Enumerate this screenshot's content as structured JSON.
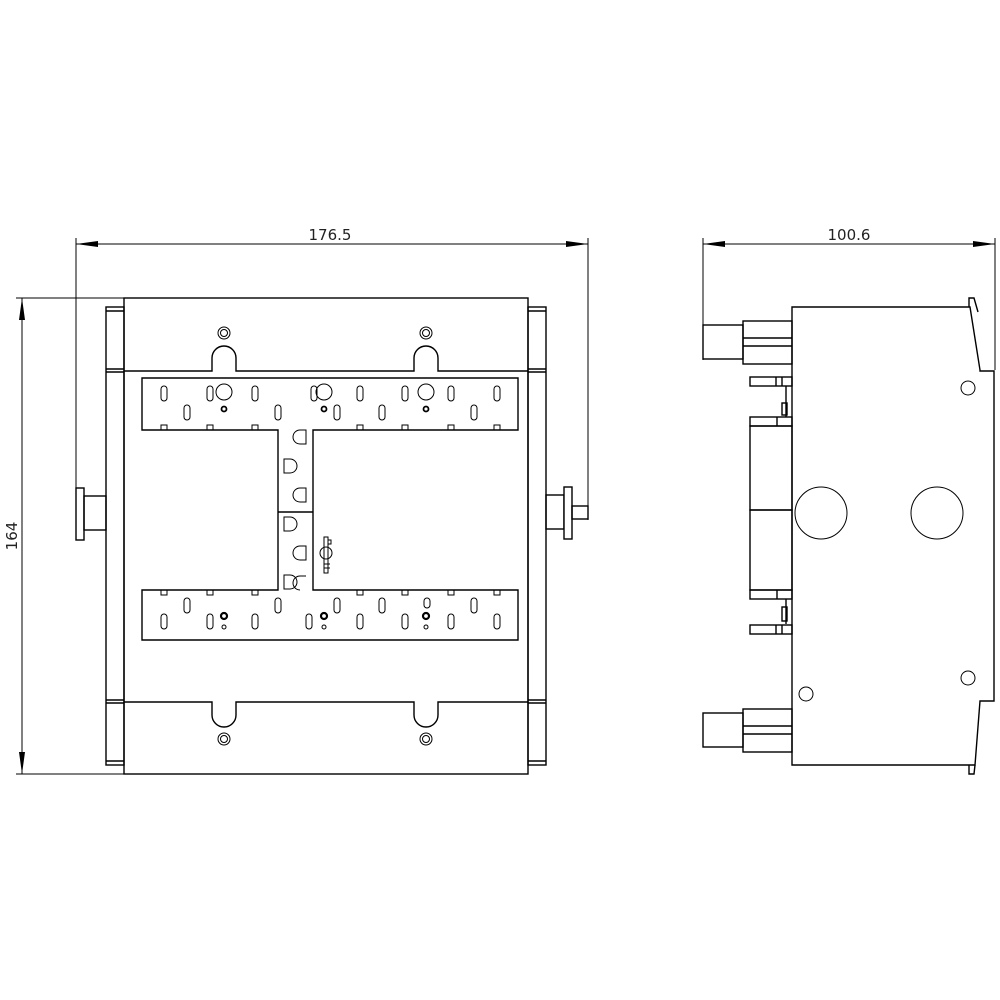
{
  "drawing": {
    "front_view": {
      "width_dimension": "176.5",
      "height_dimension": "164"
    },
    "side_view": {
      "depth_dimension": "100.6"
    },
    "colors": {
      "line": "#000000",
      "background": "#ffffff",
      "text": "#222222"
    }
  }
}
